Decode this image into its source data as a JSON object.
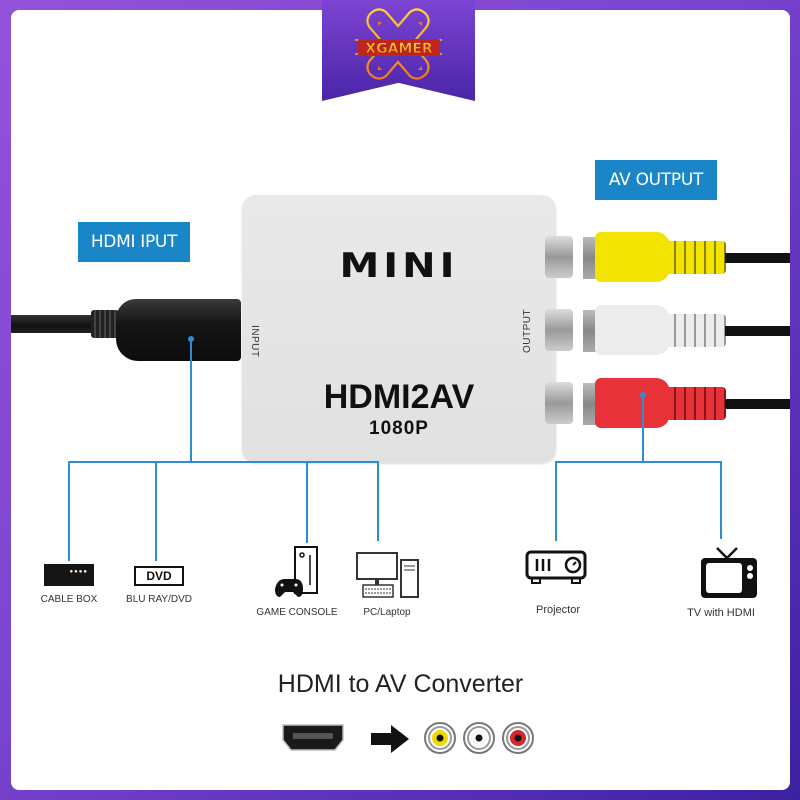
{
  "brand": {
    "logo_text": "XGAMER",
    "colors": {
      "frame_start": "#9452da",
      "frame_end": "#3b21a0",
      "label_blue": "#1a86c7",
      "line_blue": "#2b8fcf"
    }
  },
  "labels": {
    "hdmi_input": "HDMI IPUT",
    "av_output": "AV OUTPUT"
  },
  "device": {
    "brand_text": "MINI",
    "model": "HDMI2AV",
    "resolution": "1080P",
    "input_port_label": "INPUT",
    "output_port_label": "OUTPUT"
  },
  "rca_plugs": [
    {
      "color_name": "yellow",
      "color": "#f2e400"
    },
    {
      "color_name": "white",
      "color": "#ececec"
    },
    {
      "color_name": "red",
      "color": "#e8323a"
    }
  ],
  "input_devices": [
    {
      "name": "cable-box",
      "label": "CABLE BOX"
    },
    {
      "name": "blu-ray-dvd",
      "label": "BLU RAY/DVD",
      "icon_text": "DVD"
    },
    {
      "name": "game-console",
      "label": "GAME CONSOLE"
    },
    {
      "name": "pc-laptop",
      "label": "PC/Laptop"
    }
  ],
  "output_devices": [
    {
      "name": "projector",
      "label": "Projector"
    },
    {
      "name": "tv",
      "label": "TV with HDMI"
    }
  ],
  "caption": "HDMI to AV Converter"
}
